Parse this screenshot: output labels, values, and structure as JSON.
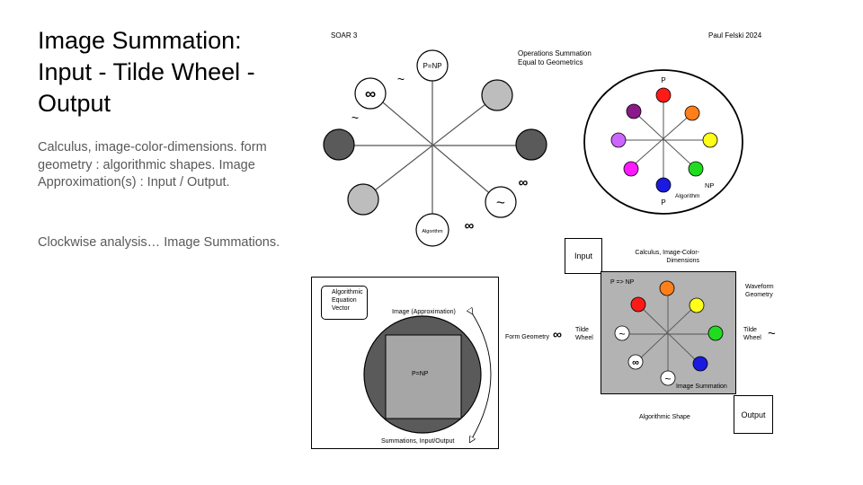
{
  "slide": {
    "title": "Image Summation: Input - Tilde Wheel - Output",
    "paragraph1": "Calculus, image-color-dimensions. form geometry : algorithmic shapes. Image Approximation(s) : Input / Output.",
    "paragraph2": "Clockwise analysis… Image Summations."
  },
  "header": {
    "left_label": "SOAR 3",
    "right_label": "Paul Felski 2024"
  },
  "wheel1": {
    "top_node": "P=NP",
    "bottom_node": "Algorithm",
    "infinity_node": "∞",
    "tilde_node": "~",
    "tilde_mark_1": "~",
    "tilde_mark_2": "~",
    "infinity_mark_1": "∞",
    "infinity_mark_2": "∞",
    "colors": {
      "dark": "#5a5a5a",
      "light": "#bdbdbd"
    }
  },
  "wheel2": {
    "caption_line1": "Operations Summation",
    "caption_line2": "Equal to Geometrics",
    "top_label": "P",
    "bottom_label": "P",
    "np_label": "NP",
    "algorithm_label": "Algorithm",
    "node_colors": {
      "top": "#ff1a1a",
      "top_right": "#ff7f1a",
      "right": "#ffff1a",
      "bottom_right": "#1fdc1f",
      "bottom": "#1a1ae0",
      "bottom_left": "#ff1aff",
      "left": "#cc66ff",
      "top_left": "#8a1a8a"
    }
  },
  "approx": {
    "legend_line1": "Algorithmic",
    "legend_line2": "Equation",
    "legend_line3": "Vector",
    "top_label": "Image (Approximation)",
    "center_label": "P=NP",
    "bottom_label": "Summations, Input/Output",
    "colors": {
      "circle": "#5a5a5a",
      "square": "#a6a6a6"
    }
  },
  "square": {
    "input_label": "Input",
    "output_label": "Output",
    "top_caption_line1": "Calculus, Image-Color-",
    "top_caption_line2": "Dimensions",
    "pnp_label": "P => NP",
    "waveform_line1": "Waveform",
    "waveform_line2": "Geometry",
    "form_geometry_label": "Form Geometry",
    "form_geometry_symbol": "∞",
    "tilde_wheel_left_line1": "Tilde",
    "tilde_wheel_left_line2": "Wheel",
    "tilde_wheel_right_line1": "Tilde",
    "tilde_wheel_right_line2": "Wheel",
    "tilde_wheel_right_symbol": "~",
    "tilde_node": "~",
    "infinity_node": "∞",
    "tilde_node_bottom": "~",
    "image_summation_label": "Image Summation",
    "algorithmic_shape_label": "Algorithmic Shape",
    "colors": {
      "panel": "#b3b3b3",
      "red": "#ff1a1a",
      "orange": "#ff7f1a",
      "yellow": "#ffff1a",
      "green": "#1fdc1f",
      "blue": "#1a1ae0"
    }
  }
}
